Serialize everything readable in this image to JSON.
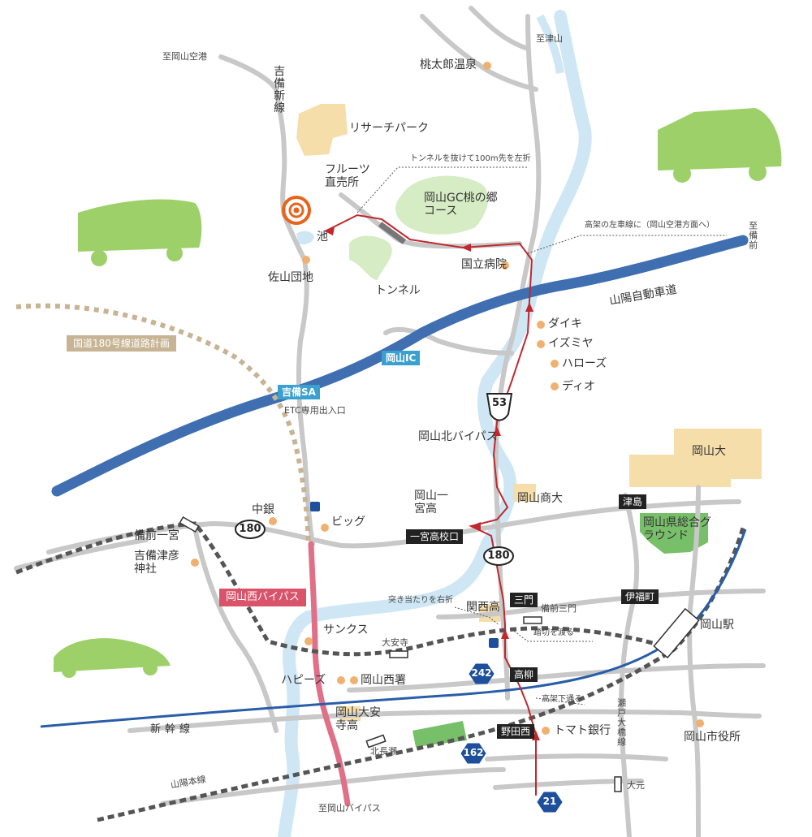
{
  "colors": {
    "road": "#c8c8c8",
    "expressway": "#3f6fb0",
    "river": "#cfe7f5",
    "route_arrow": "#c0282e",
    "vehicle": "#9ed06a",
    "bypass": "#e06f88",
    "landmark": "#f5deaa",
    "park": "#78bf6a",
    "poi_dot": "#f0b170",
    "shinkansen": "#2a5da8"
  },
  "destination": {
    "icon": "target-icon"
  },
  "labels": {
    "to_airport": "至岡山空港",
    "to_tsuyama": "至津山",
    "momotaro_onsen": "桃太郎温泉",
    "kibi_line": "吉備新線",
    "research_park": "リサーチパーク",
    "tunnel_note": "トンネルを抜けて100m先を左折",
    "fruits_shop": "フルーツ直売所",
    "golf": "岡山GC桃の郷コース",
    "pond": "池",
    "tunnel": "トンネル",
    "national_hospital": "国立病院",
    "elevated_note": "高架の左車線に（岡山空港方面へ）",
    "to_bizen": "至備前",
    "sayama": "佐山団地",
    "sanyo_expressway": "山陽自動車道",
    "route180_plan": "国道180号線道路計画",
    "daiki": "ダイキ",
    "izumiya": "イズミヤ",
    "halows": "ハローズ",
    "deo": "ディオ",
    "okayama_ic": "岡山IC",
    "kibi_sa": "吉備SA",
    "etc": "ETC専用出入口",
    "north_bypass": "岡山北バイパス",
    "okayama_univ": "岡山大",
    "tsushima": "津島",
    "chugin": "中銀",
    "big": "ビッグ",
    "ichinomiya_high": "岡山一宮高",
    "shodai": "岡山商大",
    "sports_ground": "岡山県総合グラウンド",
    "bizen_ichinomiya": "備前一宮",
    "kibitsuhiko": "吉備津彦神社",
    "ichinomiya_exit": "一宮高校口",
    "west_bypass": "岡山西バイパス",
    "sanmon": "三門",
    "bizen_sanmon": "備前三門",
    "ifukucho": "伊福町",
    "okayama_station": "岡山駅",
    "dead_end_note": "突き当たりを右折",
    "kansai_high": "関西高",
    "crossing_note": "踏切を渡る",
    "sunkus": "サンクス",
    "daianji": "大安寺",
    "happys": "ハピーズ",
    "west_police": "岡山西署",
    "takayanagi": "高柳",
    "under_elevated": "高架下通る",
    "seto_ohashi": "瀬戸大橋線",
    "shinkansen": "新幹線",
    "daianji_high": "岡山大安寺高",
    "nodanishi": "野田西",
    "tomato_bank": "トマト銀行",
    "city_hall": "岡山市役所",
    "kitanagase": "北長瀬",
    "sanyo_line": "山陽本線",
    "omoto": "大元",
    "to_okayama_bypass": "至岡山バイパス"
  },
  "routes": {
    "r53": "53",
    "r180a": "180",
    "r180b": "180",
    "r242": "242",
    "r162": "162",
    "r21": "21"
  }
}
